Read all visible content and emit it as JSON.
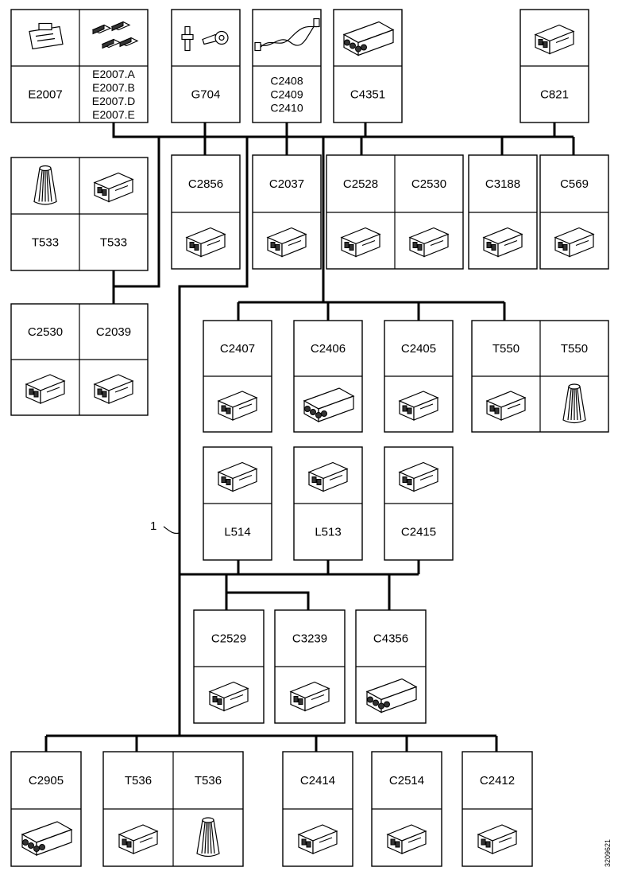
{
  "harness_number": "1",
  "figure_id": "3209621",
  "connectors": [
    {
      "labels": [
        "E2007"
      ],
      "icon": "connector-plug-icon"
    },
    {
      "labels": [
        "E2007.A",
        "E2007.B",
        "E2007.D",
        "E2007.E"
      ],
      "icon": "terminal-set-icon"
    },
    {
      "labels": [
        "G704"
      ],
      "icon": "ground-terminal-icon"
    },
    {
      "labels": [
        "C2408",
        "C2409",
        "C2410"
      ],
      "icon": "twisted-wire-icon"
    },
    {
      "labels": [
        "C4351"
      ],
      "icon": "multi-pin-connector-icon"
    },
    {
      "labels": [
        "C821"
      ],
      "icon": "connector-icon"
    },
    {
      "labels": [
        "T533"
      ],
      "icon": "cone-insulator-icon"
    },
    {
      "labels": [
        "T533"
      ],
      "icon": "connector-icon"
    },
    {
      "labels": [
        "C2856"
      ],
      "icon": "connector-icon"
    },
    {
      "labels": [
        "C2037"
      ],
      "icon": "connector-icon"
    },
    {
      "labels": [
        "C2528"
      ],
      "icon": "connector-icon"
    },
    {
      "labels": [
        "C2530"
      ],
      "icon": "connector-icon"
    },
    {
      "labels": [
        "C3188"
      ],
      "icon": "connector-icon"
    },
    {
      "labels": [
        "C569"
      ],
      "icon": "connector-icon"
    },
    {
      "labels": [
        "C2530"
      ],
      "icon": "connector-icon"
    },
    {
      "labels": [
        "C2039"
      ],
      "icon": "connector-icon"
    },
    {
      "labels": [
        "C2407"
      ],
      "icon": "connector-icon"
    },
    {
      "labels": [
        "C2406"
      ],
      "icon": "multi-pin-connector-icon"
    },
    {
      "labels": [
        "C2405"
      ],
      "icon": "connector-icon"
    },
    {
      "labels": [
        "T550"
      ],
      "icon": "connector-icon"
    },
    {
      "labels": [
        "T550"
      ],
      "icon": "cone-insulator-icon"
    },
    {
      "labels": [
        "L514"
      ],
      "icon": "connector-icon"
    },
    {
      "labels": [
        "L513"
      ],
      "icon": "connector-icon"
    },
    {
      "labels": [
        "C2415"
      ],
      "icon": "connector-icon"
    },
    {
      "labels": [
        "C2529"
      ],
      "icon": "connector-icon"
    },
    {
      "labels": [
        "C3239"
      ],
      "icon": "connector-icon"
    },
    {
      "labels": [
        "C4356"
      ],
      "icon": "multi-pin-connector-icon"
    },
    {
      "labels": [
        "C2905"
      ],
      "icon": "multi-pin-connector-icon"
    },
    {
      "labels": [
        "T536"
      ],
      "icon": "connector-icon"
    },
    {
      "labels": [
        "T536"
      ],
      "icon": "cone-insulator-icon"
    },
    {
      "labels": [
        "C2414"
      ],
      "icon": "connector-icon"
    },
    {
      "labels": [
        "C2514"
      ],
      "icon": "connector-icon"
    },
    {
      "labels": [
        "C2412"
      ],
      "icon": "connector-icon"
    }
  ]
}
